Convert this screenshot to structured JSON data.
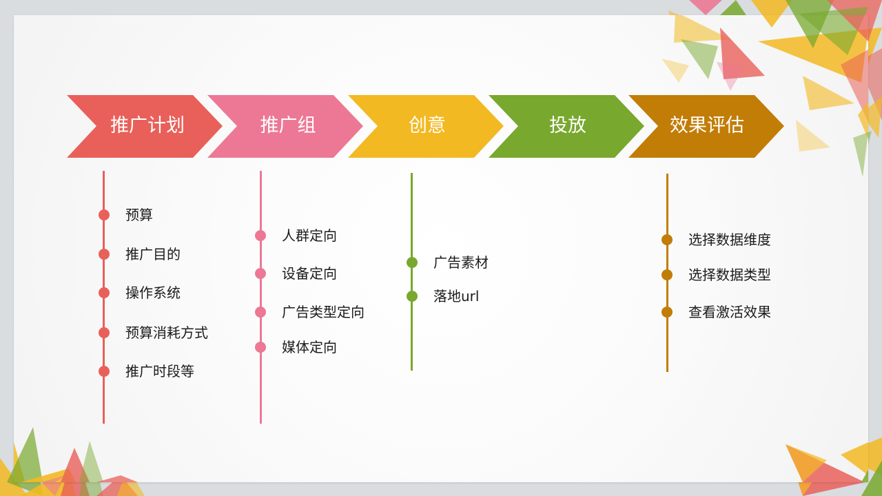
{
  "colors": {
    "stage1": "#e9605a",
    "stage2": "#ec7895",
    "stage3": "#f3b922",
    "stage4": "#78a82d",
    "stage5": "#c27d07"
  },
  "stages": [
    {
      "label": "推广计划",
      "items": [
        "预算",
        "推广目的",
        "操作系统",
        "预算消耗方式",
        "推广时段等"
      ]
    },
    {
      "label": "推广组",
      "items": [
        "人群定向",
        "设备定向",
        "广告类型定向",
        "媒体定向"
      ]
    },
    {
      "label": "创意",
      "items": [
        "广告素材",
        "落地url"
      ]
    },
    {
      "label": "投放",
      "items": []
    },
    {
      "label": "效果评估",
      "items": [
        "选择数据维度",
        "选择数据类型",
        "查看激活效果"
      ]
    }
  ]
}
